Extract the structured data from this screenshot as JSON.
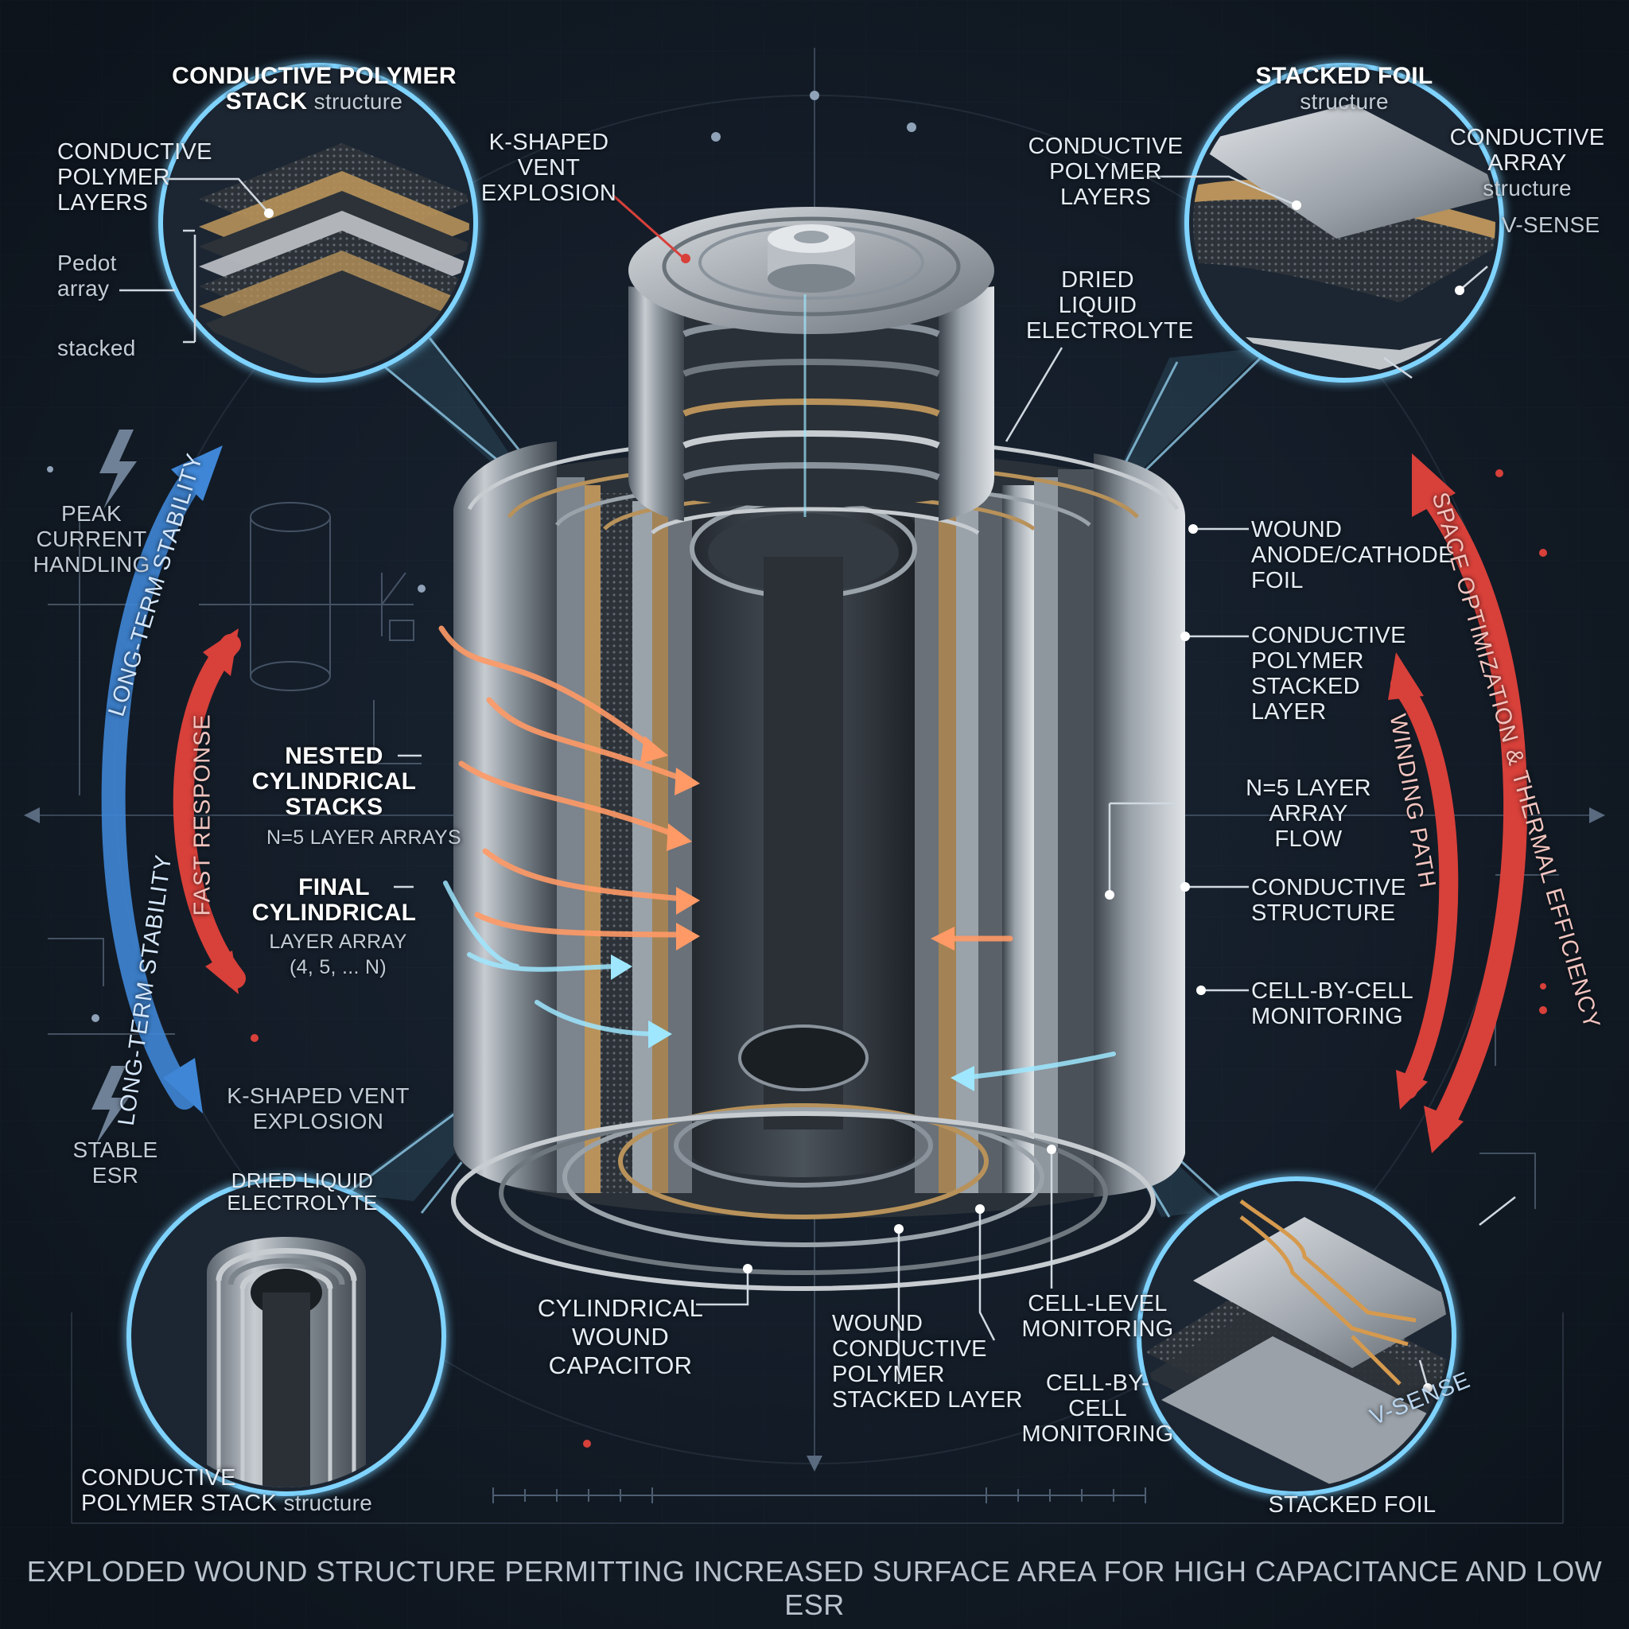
{
  "colors": {
    "background": "#141d29",
    "grid": "#223043",
    "glow_cyan": "#7fd3ff",
    "arrow_blue": "#3f86d6",
    "arrow_red": "#d8403a",
    "arrow_orange": "#ff9a66",
    "metal": "#8a939c",
    "copper": "#b8925a"
  },
  "icons": [
    "lightning-bolt-icon",
    "lightning-bolt-icon"
  ],
  "labels": {
    "top_left_title": [
      "CONDUCTIVE POLYMER",
      "STACK",
      "structure"
    ],
    "tl_layers": [
      "CONDUCTIVE",
      "POLYMER",
      "LAYERS"
    ],
    "tl_pedot": [
      "Pedot",
      "array"
    ],
    "tl_stacked": "stacked",
    "vent_top": [
      "K-SHAPED",
      "VENT",
      "EXPLOSION"
    ],
    "top_right_title": [
      "STACKED FOIL",
      "structure"
    ],
    "tr_layers": [
      "CONDUCTIVE",
      "POLYMER",
      "LAYERS"
    ],
    "tr_array": [
      "CONDUCTIVE",
      "ARRAY",
      "structure"
    ],
    "tr_vsense": "V-SENSE",
    "dried_top": [
      "DRIED",
      "LIQUID",
      "ELECTROLYTE"
    ],
    "peak": [
      "PEAK",
      "CURRENT",
      "HANDLING"
    ],
    "long_term_top": "LONG-TERM STABILITY",
    "long_term_bottom": "LONG-TERM STABILITY",
    "fast_response": "FAST RESPONSE",
    "nested": [
      "NESTED",
      "CYLINDRICAL",
      "STACKS"
    ],
    "nested_sub": "N=5 LAYER ARRAYS",
    "final": [
      "FINAL",
      "CYLINDRICAL"
    ],
    "final_sub": [
      "LAYER ARRAY",
      "(4, 5, ... N)"
    ],
    "vent_left": [
      "K-SHAPED VENT",
      "EXPLOSION"
    ],
    "stable_esr": [
      "STABLE",
      "ESR"
    ],
    "dried_bottom": [
      "DRIED LIQUID",
      "ELECTROLYTE"
    ],
    "bottom_left_title": [
      "CONDUCTIVE",
      "POLYMER STACK",
      "structure"
    ],
    "cyl_wound": [
      "CYLINDRICAL",
      "WOUND CAPACITOR"
    ],
    "wound_cp": [
      "WOUND",
      "CONDUCTIVE",
      "POLYMER",
      "STACKED LAYER"
    ],
    "cell_level": [
      "CELL-LEVEL",
      "MONITORING"
    ],
    "cell_by_cell_bottom": [
      "CELL-BY-CELL",
      "MONITORING"
    ],
    "wound_foil": [
      "WOUND",
      "ANODE/CATHODE",
      "FOIL"
    ],
    "cp_stacked": [
      "CONDUCTIVE",
      "POLYMER",
      "STACKED",
      "LAYER"
    ],
    "n5_flow": [
      "N=5 LAYER",
      "ARRAY",
      "FLOW"
    ],
    "cond_structure": [
      "CONDUCTIVE",
      "STRUCTURE"
    ],
    "cell_by_cell_right": [
      "CELL-BY-CELL",
      "MONITORING"
    ],
    "space_opt": "SPACE OPTIMIZATION & THERMAL EFFICIENCY",
    "winding_path": "WINDING PATH",
    "bottom_right_vsense": "V-SENSE",
    "stacked_foil_bottom": "STACKED FOIL"
  },
  "caption": "EXPLODED WOUND STRUCTURE PERMITTING INCREASED SURFACE AREA FOR HIGH CAPACITANCE AND LOW ESR"
}
